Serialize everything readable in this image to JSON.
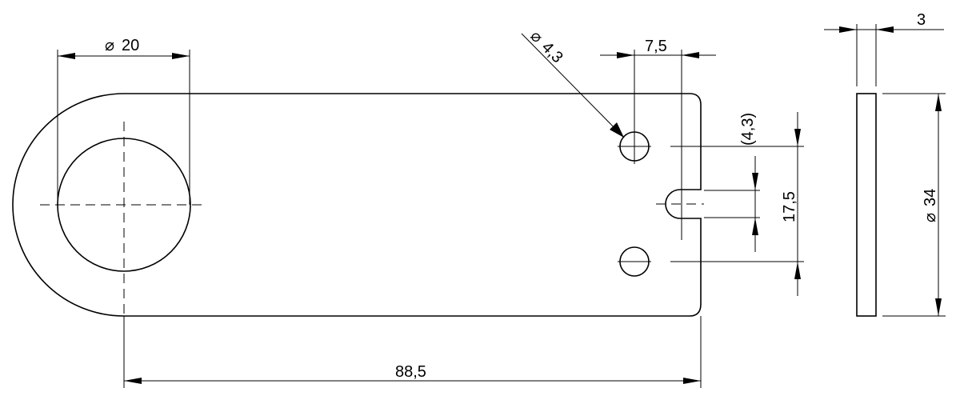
{
  "dimensions": {
    "hole_diameter": "20",
    "small_hole_diameter": "4,3",
    "slot_edge_distance": "7,5",
    "slot_width_ref": "(4,3)",
    "hole_spacing": "17,5",
    "overall_length": "88,5",
    "thickness": "3",
    "end_diameter": "34"
  },
  "symbols": {
    "diameter": "⌀"
  }
}
